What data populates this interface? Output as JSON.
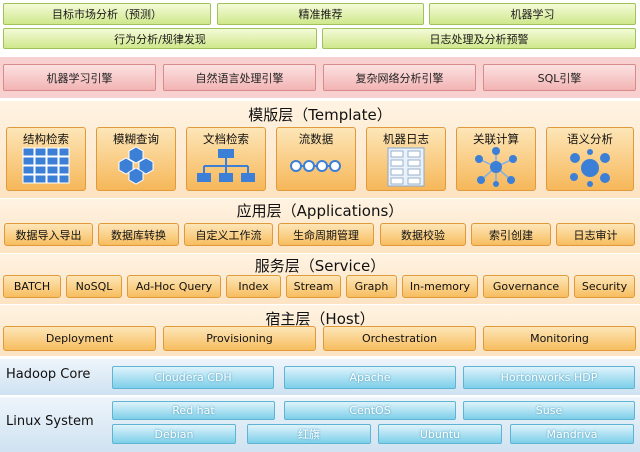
{
  "top": {
    "row1": [
      "目标市场分析（预测）",
      "精准推荐",
      "机器学习"
    ],
    "row2": [
      "行为分析/规律发现",
      "日志处理及分析预警"
    ]
  },
  "engines": [
    "机器学习引擎",
    "自然语言处理引擎",
    "复杂网络分析引擎",
    "SQL引擎"
  ],
  "template": {
    "title": "模版层（Template）",
    "items": [
      {
        "label": "结构检索",
        "icon": "table-icon"
      },
      {
        "label": "模糊查询",
        "icon": "hexagon-cluster-icon"
      },
      {
        "label": "文档检索",
        "icon": "hierarchy-icon"
      },
      {
        "label": "流数据",
        "icon": "chain-icon"
      },
      {
        "label": "机器日志",
        "icon": "log-grid-icon"
      },
      {
        "label": "关联计算",
        "icon": "network-icon"
      },
      {
        "label": "语义分析",
        "icon": "bubble-cluster-icon"
      }
    ]
  },
  "applications": {
    "title": "应用层（Applications）",
    "items": [
      "数据导入导出",
      "数据库转换",
      "自定义工作流",
      "生命周期管理",
      "数据校验",
      "索引创建",
      "日志审计"
    ]
  },
  "service": {
    "title": "服务层（Service）",
    "items": [
      "BATCH",
      "NoSQL",
      "Ad-Hoc Query",
      "Index",
      "Stream",
      "Graph",
      "In-memory",
      "Governance",
      "Security"
    ]
  },
  "host": {
    "title": "宿主层（Host）",
    "items": [
      "Deployment",
      "Provisioning",
      "Orchestration",
      "Monitoring"
    ]
  },
  "hadoop": {
    "label": "Hadoop Core",
    "items": [
      "Cloudera CDH",
      "Apache",
      "Hortonworks HDP"
    ]
  },
  "linux": {
    "label": "Linux System",
    "row1": [
      "Red hat",
      "CentOS",
      "Suse"
    ],
    "row2": [
      "Debian",
      "红旗",
      "Ubuntu",
      "Mandriva"
    ]
  },
  "colors": {
    "green": "#cfe88c",
    "engine": "#f2b4b4",
    "orange": "#f7bd5f",
    "blue": "#7dcfea",
    "icon_blue": "#3c7fd6"
  }
}
